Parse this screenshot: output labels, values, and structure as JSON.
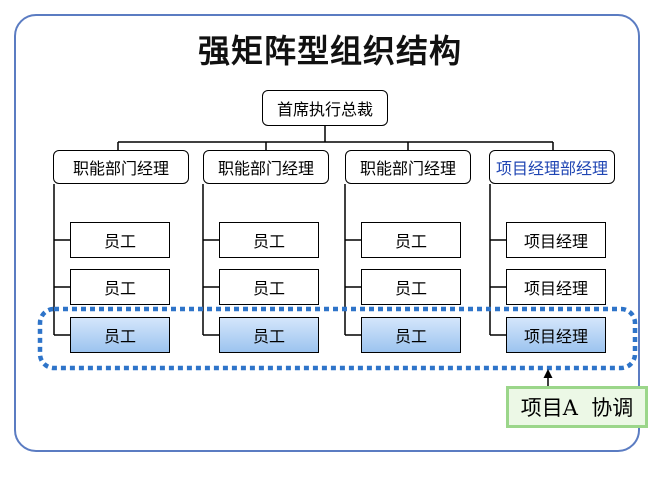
{
  "title": "强矩阵型组织结构",
  "ceo": "首席执行总裁",
  "departments": [
    {
      "label": "职能部门经理",
      "staff": [
        "员工",
        "员工",
        "员工"
      ]
    },
    {
      "label": "职能部门经理",
      "staff": [
        "员工",
        "员工",
        "员工"
      ]
    },
    {
      "label": "职能部门经理",
      "staff": [
        "员工",
        "员工",
        "员工"
      ]
    },
    {
      "label": "项目经理部经理",
      "staff": [
        "项目经理",
        "项目经理",
        "项目经理"
      ]
    }
  ],
  "project_label": "项目A  协调",
  "colors": {
    "frame": "#5b7cc2",
    "highlight_fill": "#9cc4ef",
    "dotted_border": "#2e74c9",
    "project_label_border": "#9bd68a",
    "dept4_text": "#1f45b3"
  }
}
